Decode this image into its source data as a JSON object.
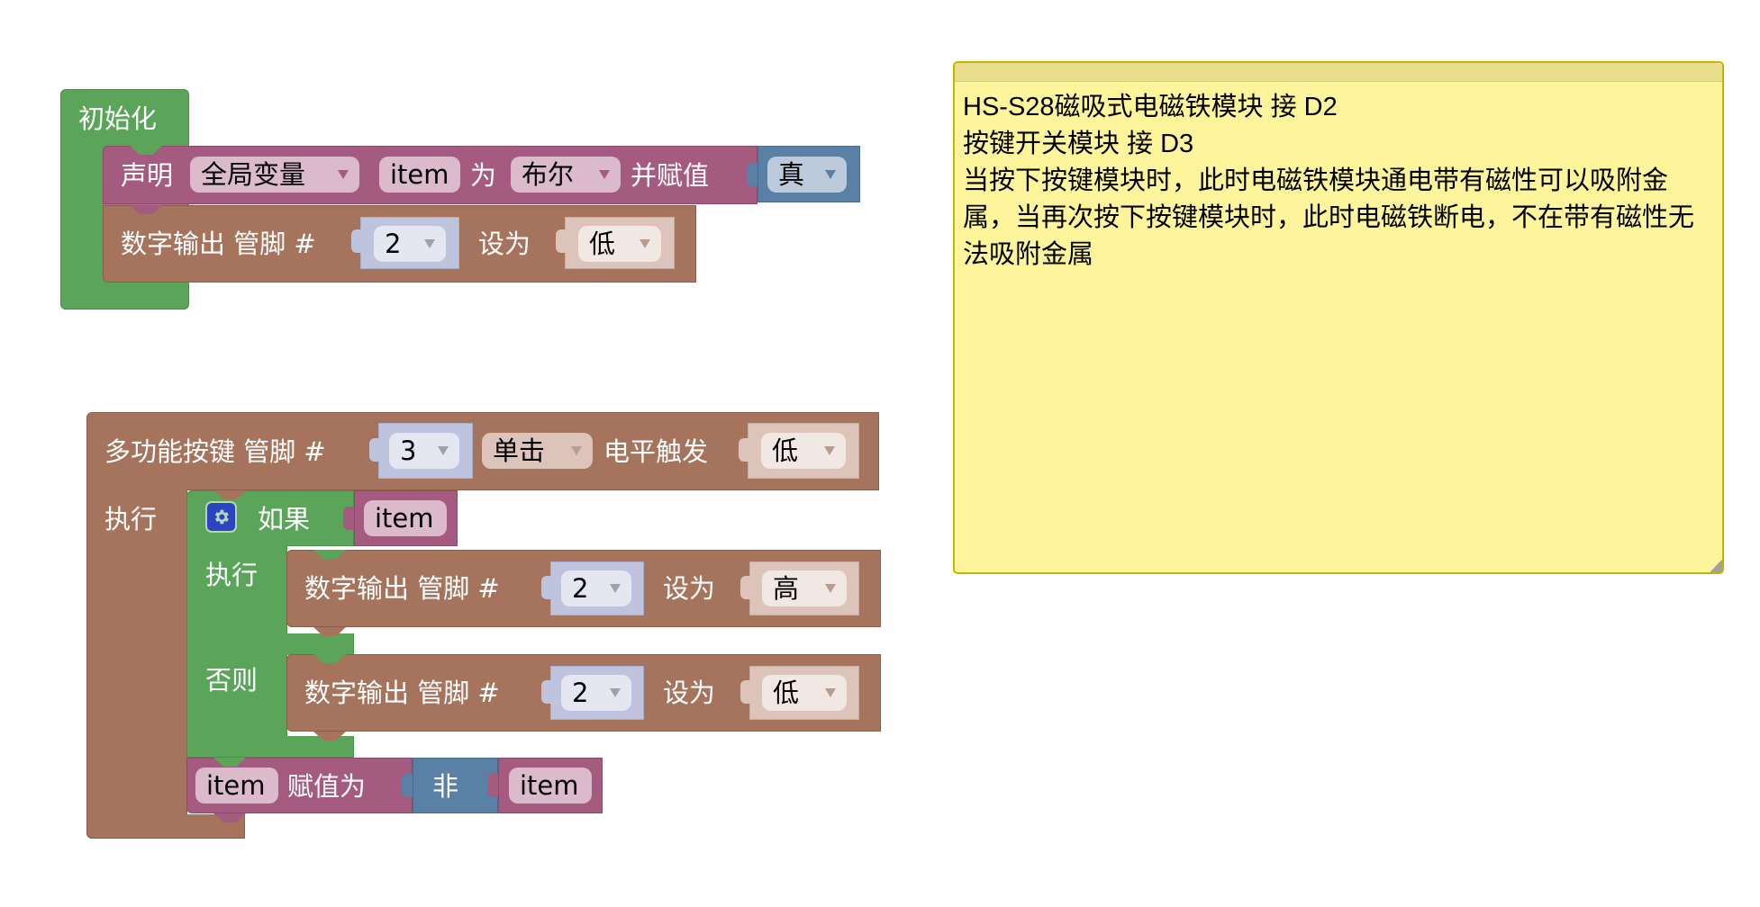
{
  "init_block": {
    "title": "初始化",
    "declare": {
      "label": "声明",
      "scope": "全局变量",
      "var_name": "item",
      "as_label": "为",
      "type": "布尔",
      "assign_label": "并赋值",
      "value": "真"
    },
    "digital_write": {
      "label": "数字输出 管脚 #",
      "pin": "2",
      "set_label": "设为",
      "level": "低"
    }
  },
  "key_block": {
    "label": "多功能按键 管脚 #",
    "pin": "3",
    "mode": "单击",
    "trigger_label": "电平触发",
    "level": "低",
    "do_label": "执行",
    "if_block": {
      "if_label": "如果",
      "condition": "item",
      "do_label": "执行",
      "else_label": "否则",
      "then_write": {
        "label": "数字输出 管脚 #",
        "pin": "2",
        "set_label": "设为",
        "level": "高"
      },
      "else_write": {
        "label": "数字输出 管脚 #",
        "pin": "2",
        "set_label": "设为",
        "level": "低"
      }
    },
    "assign": {
      "var_name": "item",
      "label": "赋值为",
      "not_label": "非",
      "operand": "item"
    }
  },
  "comment": {
    "text": "HS-S28磁吸式电磁铁模块 接 D2\n按键开关模块 接 D3\n当按下按键模块时，此时电磁铁模块通电带有磁性可以吸附金属，当再次按下按键模块时，此时电磁铁断电，不在带有磁性无法吸附金属"
  },
  "colors": {
    "control_green": "#5ba55b",
    "io_brown": "#a6745c",
    "variable_purple": "#a55b80",
    "logic_blue": "#5b80a5",
    "comment_yellow": "#fef49c"
  }
}
